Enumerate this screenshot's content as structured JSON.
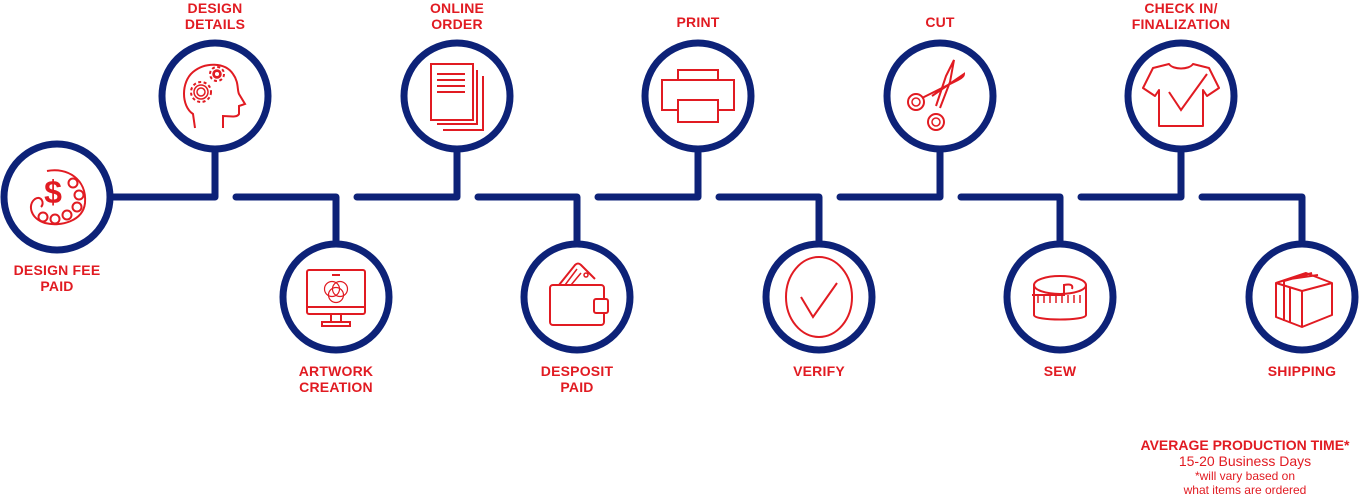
{
  "colors": {
    "line": "#0d2278",
    "accent": "#e11b22",
    "background": "#ffffff"
  },
  "steps": [
    {
      "id": "design-fee-paid",
      "lines": [
        "DESIGN FEE",
        "PAID"
      ],
      "icon": "palette-dollar-icon",
      "position": "middle"
    },
    {
      "id": "design-details",
      "lines": [
        "DESIGN",
        "DETAILS"
      ],
      "icon": "head-gears-icon",
      "position": "top"
    },
    {
      "id": "artwork-creation",
      "lines": [
        "ARTWORK",
        "CREATION"
      ],
      "icon": "monitor-color-icon",
      "position": "bottom"
    },
    {
      "id": "online-order",
      "lines": [
        "ONLINE",
        "ORDER"
      ],
      "icon": "documents-icon",
      "position": "top"
    },
    {
      "id": "deposit-paid",
      "lines": [
        "DESPOSIT",
        "PAID"
      ],
      "icon": "wallet-icon",
      "position": "bottom"
    },
    {
      "id": "print",
      "lines": [
        "PRINT"
      ],
      "icon": "printer-icon",
      "position": "top"
    },
    {
      "id": "verify",
      "lines": [
        "VERIFY"
      ],
      "icon": "checkmark-circle-icon",
      "position": "bottom"
    },
    {
      "id": "cut",
      "lines": [
        "CUT"
      ],
      "icon": "scissors-icon",
      "position": "top"
    },
    {
      "id": "sew",
      "lines": [
        "SEW"
      ],
      "icon": "measuring-tape-icon",
      "position": "bottom"
    },
    {
      "id": "check-in-finalization",
      "lines": [
        "CHECK IN/",
        "FINALIZATION"
      ],
      "icon": "shirt-check-icon",
      "position": "top"
    },
    {
      "id": "shipping",
      "lines": [
        "SHIPPING"
      ],
      "icon": "box-icon",
      "position": "bottom"
    }
  ],
  "production_note": {
    "title": "AVERAGE PRODUCTION TIME*",
    "duration": "15-20 Business Days",
    "disclaimer_line1": "*will vary based on",
    "disclaimer_line2": "what items are ordered"
  }
}
